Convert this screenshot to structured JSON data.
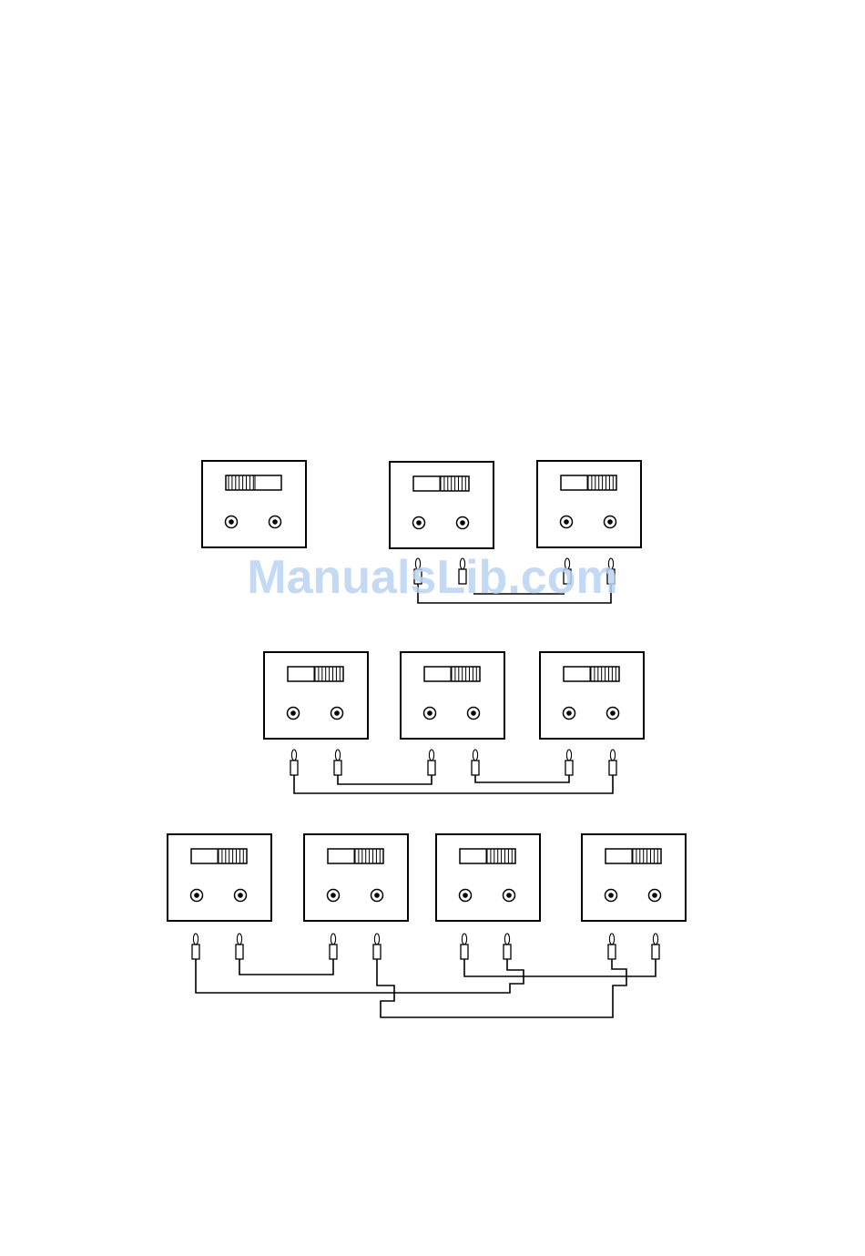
{
  "watermark": {
    "text": "ManualsLib.com",
    "color": "#b9d3f3"
  },
  "diagram": {
    "rows": [
      {
        "id": "row-1",
        "units": [
          {
            "slider_ticks": "left"
          },
          {
            "slider_ticks": "right"
          },
          {
            "slider_ticks": "right"
          }
        ]
      },
      {
        "id": "row-2",
        "units": [
          {
            "slider_ticks": "right"
          },
          {
            "slider_ticks": "right"
          },
          {
            "slider_ticks": "right"
          }
        ]
      },
      {
        "id": "row-3",
        "units": [
          {
            "slider_ticks": "right"
          },
          {
            "slider_ticks": "right"
          },
          {
            "slider_ticks": "right"
          },
          {
            "slider_ticks": "right"
          }
        ]
      }
    ]
  }
}
